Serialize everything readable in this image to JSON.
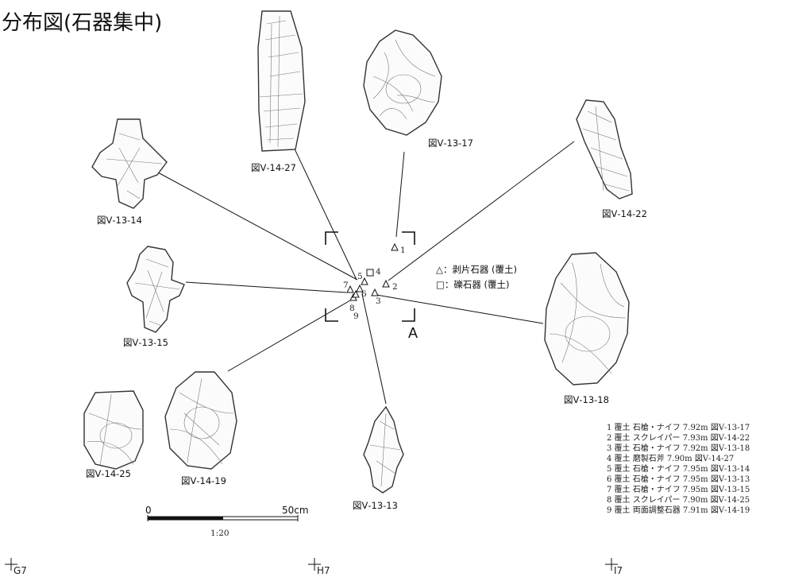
{
  "title": "分布図(石器集中)",
  "artifact_captions": {
    "v14_27": "図Ⅴ-14-27",
    "v13_17": "図Ⅴ-13-17",
    "v14_22": "図Ⅴ-14-22",
    "v13_14": "図Ⅴ-13-14",
    "v13_15": "図Ⅴ-13-15",
    "v13_18": "図Ⅴ-13-18",
    "v14_25": "図Ⅴ-14-25",
    "v14_19": "図Ⅴ-14-19",
    "v13_13": "図Ⅴ-13-13"
  },
  "point_numbers": [
    "1",
    "2",
    "3",
    "4",
    "5",
    "6",
    "7",
    "8",
    "9"
  ],
  "legend": {
    "flake": "△：剥片石器 (覆土)",
    "pebble": "□：礫石器 (覆土)"
  },
  "section_label": "A",
  "scale": {
    "zero": "0",
    "max": "50cm",
    "ratio": "1:20"
  },
  "grid_labels": [
    "G7",
    "H7",
    "I7"
  ],
  "inventory": [
    "1 覆土 石槍・ナイフ 7.92m 図Ⅴ-13-17",
    "2 覆土 スクレイパー 7.93m 図Ⅴ-14-22",
    "3 覆土 石槍・ナイフ 7.92m 図Ⅴ-13-18",
    "4 覆土 磨製石斧 7.90m 図Ⅴ-14-27",
    "5 覆土 石槍・ナイフ 7.95m 図Ⅴ-13-14",
    "6 覆土 石槍・ナイフ 7.95m 図Ⅴ-13-13",
    "7 覆土 石槍・ナイフ 7.95m 図Ⅴ-13-15",
    "8 覆土 スクレイパー 7.90m 図Ⅴ-14-25",
    "9 覆土 両面調整石器 7.91m 図Ⅴ-14-19"
  ]
}
